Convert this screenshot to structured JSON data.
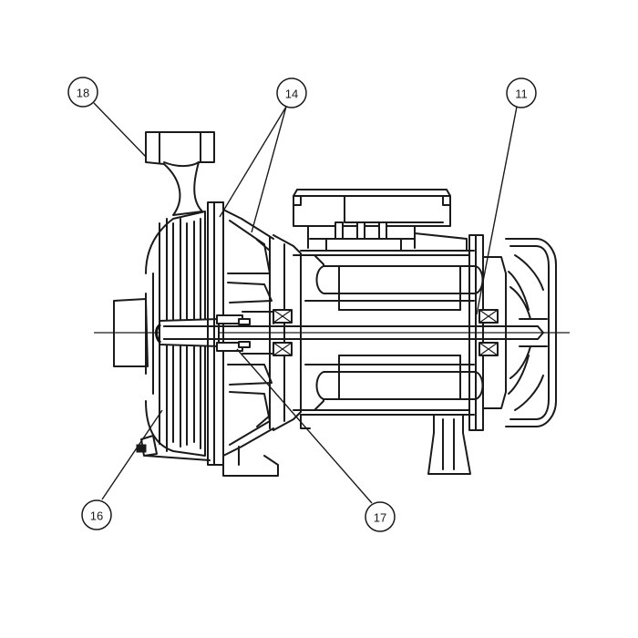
{
  "callouts": [
    {
      "id": "c18",
      "label": "18"
    },
    {
      "id": "c14",
      "label": "14"
    },
    {
      "id": "c11",
      "label": "11"
    },
    {
      "id": "c16",
      "label": "16"
    },
    {
      "id": "c17",
      "label": "17"
    }
  ]
}
